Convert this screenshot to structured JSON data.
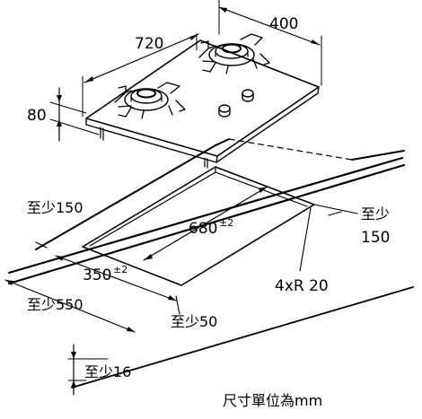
{
  "labels": {
    "width_720": "720",
    "depth_400": "400",
    "height_80": "80",
    "cut_length": "680",
    "cut_length_tol": "±2",
    "cut_depth": "350",
    "cut_depth_tol": "±2",
    "radius": "4xR 20",
    "min_front_150_line1": "至少",
    "min_front_150_line2": "150",
    "min_150_left": "至少150",
    "min_550": "至少550",
    "min_50": "至少50",
    "min_16": "至少16",
    "units": "尺寸單位為mm"
  },
  "colors": {
    "line": "#000000",
    "background": "#ffffff"
  }
}
